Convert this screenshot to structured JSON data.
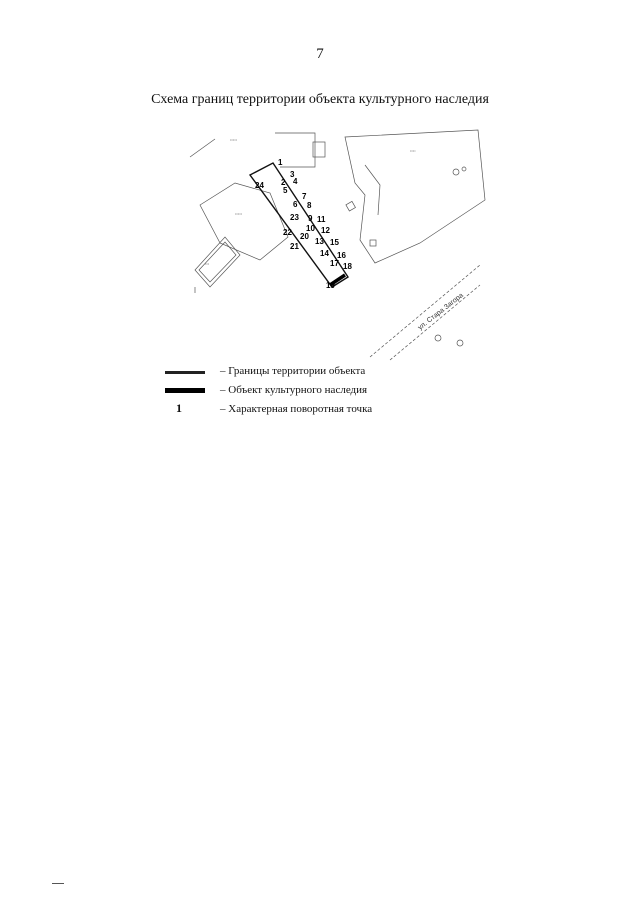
{
  "page": {
    "number": "7"
  },
  "title": "Схема границ территории объекта культурного наследия",
  "map": {
    "street_label": "ул. Стара Загора",
    "points": [
      {
        "n": "1"
      },
      {
        "n": "2"
      },
      {
        "n": "3"
      },
      {
        "n": "4"
      },
      {
        "n": "5"
      },
      {
        "n": "6"
      },
      {
        "n": "7"
      },
      {
        "n": "8"
      },
      {
        "n": "9"
      },
      {
        "n": "10"
      },
      {
        "n": "11"
      },
      {
        "n": "12"
      },
      {
        "n": "13"
      },
      {
        "n": "14"
      },
      {
        "n": "15"
      },
      {
        "n": "16"
      },
      {
        "n": "17"
      },
      {
        "n": "18"
      },
      {
        "n": "19"
      },
      {
        "n": "20"
      },
      {
        "n": "21"
      },
      {
        "n": "22"
      },
      {
        "n": "23"
      },
      {
        "n": "24"
      }
    ]
  },
  "legend": {
    "items": [
      {
        "symbol": "thin-line",
        "text": "– Границы территории объекта"
      },
      {
        "symbol": "thick-line",
        "text": "– Объект культурного наследия"
      },
      {
        "symbol": "number",
        "label": "1",
        "text": "– Характерная поворотная точка"
      }
    ]
  }
}
